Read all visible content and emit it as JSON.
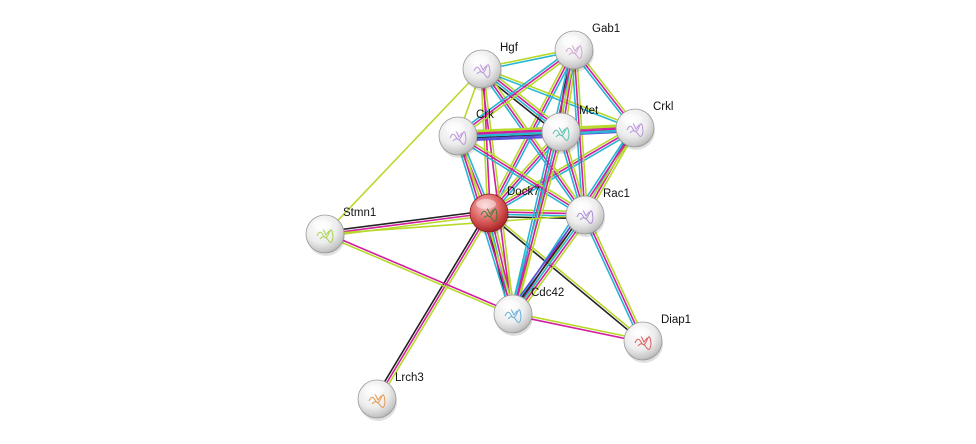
{
  "network": {
    "query_protein": "Dock7",
    "nodes": [
      {
        "id": "Gab1",
        "label": "Gab1",
        "query": false,
        "glyph": "#cc99cc"
      },
      {
        "id": "Hgf",
        "label": "Hgf",
        "query": false,
        "glyph": "#b085d6"
      },
      {
        "id": "Crk",
        "label": "Crk",
        "query": false,
        "glyph": "#b085d6"
      },
      {
        "id": "Met",
        "label": "Met",
        "query": false,
        "glyph": "#3cb8a0"
      },
      {
        "id": "Crkl",
        "label": "Crkl",
        "query": false,
        "glyph": "#b085d6"
      },
      {
        "id": "Dock7",
        "label": "Dock7",
        "query": true,
        "glyph": "#2d7a2d"
      },
      {
        "id": "Rac1",
        "label": "Rac1",
        "query": false,
        "glyph": "#a07ad0"
      },
      {
        "id": "Stmn1",
        "label": "Stmn1",
        "query": false,
        "glyph": "#9acd32"
      },
      {
        "id": "Cdc42",
        "label": "Cdc42",
        "query": false,
        "glyph": "#4aa3d9"
      },
      {
        "id": "Diap1",
        "label": "Diap1",
        "query": false,
        "glyph": "#d94040"
      },
      {
        "id": "Lrch3",
        "label": "Lrch3",
        "query": false,
        "glyph": "#e08a30"
      }
    ],
    "edge_colors": {
      "database": "#27b6d4",
      "experimental": "#d11f9f",
      "textmining": "#b6d92a",
      "coexpression": "#222222",
      "homology": "#5a4fd9"
    },
    "edges": [
      {
        "a": "Dock7",
        "b": "Gab1",
        "types": [
          "textmining",
          "experimental",
          "database"
        ]
      },
      {
        "a": "Dock7",
        "b": "Hgf",
        "types": [
          "textmining",
          "experimental"
        ]
      },
      {
        "a": "Dock7",
        "b": "Crk",
        "types": [
          "textmining",
          "experimental",
          "database"
        ]
      },
      {
        "a": "Dock7",
        "b": "Met",
        "types": [
          "textmining",
          "experimental",
          "database"
        ]
      },
      {
        "a": "Dock7",
        "b": "Crkl",
        "types": [
          "textmining",
          "experimental",
          "database"
        ]
      },
      {
        "a": "Dock7",
        "b": "Rac1",
        "types": [
          "textmining",
          "experimental",
          "database",
          "coexpression"
        ]
      },
      {
        "a": "Dock7",
        "b": "Stmn1",
        "types": [
          "textmining",
          "experimental",
          "coexpression"
        ]
      },
      {
        "a": "Dock7",
        "b": "Cdc42",
        "types": [
          "textmining",
          "experimental",
          "database",
          "coexpression"
        ]
      },
      {
        "a": "Dock7",
        "b": "Diap1",
        "types": [
          "textmining",
          "coexpression"
        ]
      },
      {
        "a": "Dock7",
        "b": "Lrch3",
        "types": [
          "textmining",
          "experimental",
          "coexpression"
        ]
      },
      {
        "a": "Hgf",
        "b": "Gab1",
        "types": [
          "textmining",
          "database"
        ]
      },
      {
        "a": "Hgf",
        "b": "Met",
        "types": [
          "textmining",
          "experimental",
          "database",
          "coexpression"
        ]
      },
      {
        "a": "Hgf",
        "b": "Crk",
        "types": [
          "textmining"
        ]
      },
      {
        "a": "Hgf",
        "b": "Crkl",
        "types": [
          "textmining",
          "database"
        ]
      },
      {
        "a": "Hgf",
        "b": "Rac1",
        "types": [
          "textmining",
          "experimental",
          "database"
        ]
      },
      {
        "a": "Hgf",
        "b": "Cdc42",
        "types": [
          "textmining",
          "experimental"
        ]
      },
      {
        "a": "Hgf",
        "b": "Stmn1",
        "types": [
          "textmining"
        ]
      },
      {
        "a": "Gab1",
        "b": "Crk",
        "types": [
          "textmining",
          "experimental",
          "database"
        ]
      },
      {
        "a": "Gab1",
        "b": "Met",
        "types": [
          "textmining",
          "experimental",
          "database",
          "coexpression"
        ]
      },
      {
        "a": "Gab1",
        "b": "Crkl",
        "types": [
          "textmining",
          "experimental",
          "database"
        ]
      },
      {
        "a": "Gab1",
        "b": "Rac1",
        "types": [
          "textmining",
          "experimental",
          "database"
        ]
      },
      {
        "a": "Gab1",
        "b": "Cdc42",
        "types": [
          "textmining",
          "experimental",
          "database"
        ]
      },
      {
        "a": "Crk",
        "b": "Met",
        "types": [
          "textmining",
          "experimental",
          "database",
          "coexpression",
          "homology"
        ]
      },
      {
        "a": "Crk",
        "b": "Crkl",
        "types": [
          "textmining",
          "experimental",
          "database",
          "homology"
        ]
      },
      {
        "a": "Crk",
        "b": "Rac1",
        "types": [
          "textmining",
          "experimental",
          "database"
        ]
      },
      {
        "a": "Crk",
        "b": "Cdc42",
        "types": [
          "textmining",
          "experimental",
          "database"
        ]
      },
      {
        "a": "Met",
        "b": "Crkl",
        "types": [
          "textmining",
          "experimental",
          "database"
        ]
      },
      {
        "a": "Met",
        "b": "Rac1",
        "types": [
          "textmining",
          "experimental",
          "database"
        ]
      },
      {
        "a": "Met",
        "b": "Cdc42",
        "types": [
          "textmining",
          "experimental",
          "database"
        ]
      },
      {
        "a": "Crkl",
        "b": "Rac1",
        "types": [
          "textmining",
          "experimental",
          "database"
        ]
      },
      {
        "a": "Crkl",
        "b": "Cdc42",
        "types": [
          "textmining",
          "experimental",
          "database"
        ]
      },
      {
        "a": "Rac1",
        "b": "Cdc42",
        "types": [
          "textmining",
          "experimental",
          "database",
          "coexpression",
          "homology"
        ]
      },
      {
        "a": "Rac1",
        "b": "Diap1",
        "types": [
          "textmining",
          "experimental",
          "database"
        ]
      },
      {
        "a": "Cdc42",
        "b": "Diap1",
        "types": [
          "textmining",
          "experimental"
        ]
      },
      {
        "a": "Cdc42",
        "b": "Stmn1",
        "types": [
          "textmining",
          "experimental"
        ]
      },
      {
        "a": "Stmn1",
        "b": "Rac1",
        "types": [
          "textmining"
        ]
      }
    ]
  }
}
